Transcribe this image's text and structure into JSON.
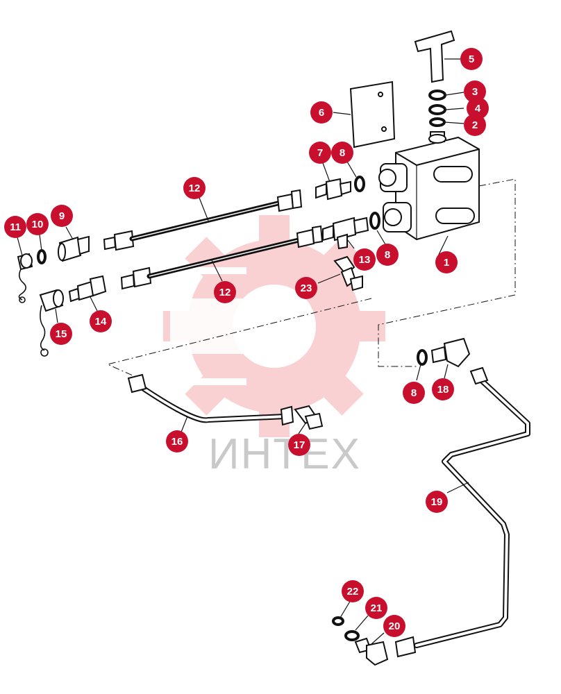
{
  "watermark": {
    "text": "ИНТЕХ",
    "color": "#e8333a"
  },
  "accent_color": "#c8102e",
  "callouts": [
    {
      "label": "1"
    },
    {
      "label": "2"
    },
    {
      "label": "3"
    },
    {
      "label": "4"
    },
    {
      "label": "5"
    },
    {
      "label": "6"
    },
    {
      "label": "7"
    },
    {
      "label": "8"
    },
    {
      "label": "8"
    },
    {
      "label": "8"
    },
    {
      "label": "9"
    },
    {
      "label": "10"
    },
    {
      "label": "11"
    },
    {
      "label": "12"
    },
    {
      "label": "12"
    },
    {
      "label": "13"
    },
    {
      "label": "14"
    },
    {
      "label": "15"
    },
    {
      "label": "16"
    },
    {
      "label": "17"
    },
    {
      "label": "18"
    },
    {
      "label": "19"
    },
    {
      "label": "20"
    },
    {
      "label": "21"
    },
    {
      "label": "22"
    },
    {
      "label": "23"
    }
  ]
}
